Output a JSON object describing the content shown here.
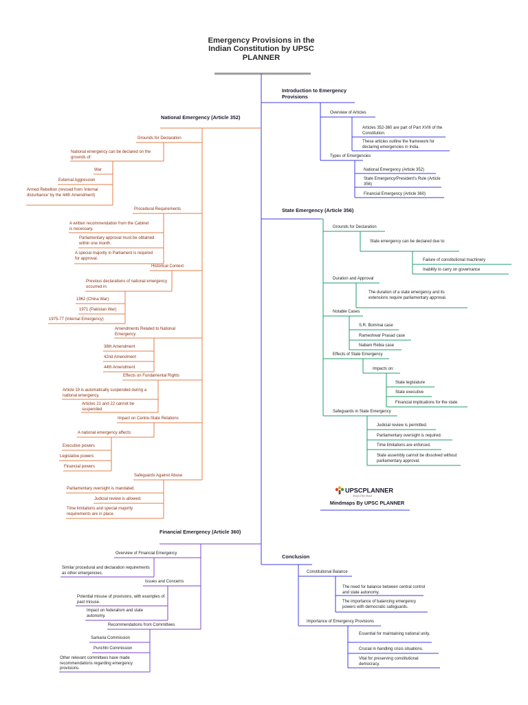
{
  "title": "Emergency Provisions in the Indian Constitution by UPSC PLANNER",
  "colors": {
    "orange": "#e07c45",
    "blue": "#3b3be0",
    "teal": "#1e9b69",
    "purple": "#7a46c9",
    "gray": "#9b9b9b"
  },
  "introduction": {
    "label": "Introduction to Emergency Provisions",
    "overview_label": "Overview of Articles",
    "overview_items": [
      "Articles 352-360 are part of Part XVIII of the Constitution.",
      "These articles outline the framework for declaring emergencies in India."
    ],
    "types_label": "Types of Emergencies",
    "types_items": [
      "National Emergency (Article 352)",
      "State Emergency/President's Rule (Article 356)",
      "Financial Emergency (Article 360)"
    ]
  },
  "national": {
    "label": "National Emergency (Article 352)",
    "grounds_label": "Grounds for Declaration",
    "grounds_intro": "National emergency can be declared on the grounds of:",
    "grounds_items": [
      "War",
      "External Aggression",
      "Armed Rebellion (revised from 'internal disturbance' by the 44th Amendment)"
    ],
    "procedural_label": "Procedural Requirements",
    "procedural_items": [
      "A written recommendation from the Cabinet is necessary.",
      "Parliamentary approval must be obtained within one month.",
      "A special majority in Parliament is required for approval."
    ],
    "history_label": "Historical Context",
    "history_intro": "Previous declarations of national emergency occurred in:",
    "history_items": [
      "1962 (China War)",
      "1971 (Pakistan War)",
      "1975-77 (Internal Emergency)"
    ],
    "amend_label": "Amendments Related to National Emergency",
    "amend_items": [
      "38th Amendment",
      "42nd Amendment",
      "44th Amendment"
    ],
    "rights_label": "Effects on Fundamental Rights",
    "rights_items": [
      "Article 19 is automatically suspended during a national emergency.",
      "Articles 21 and 22 cannot be suspended."
    ],
    "centre_label": "Impact on Centre-State Relations",
    "centre_intro": "A national emergency affects:",
    "centre_items": [
      "Executive powers",
      "Legislative powers",
      "Financial powers"
    ],
    "safeguards_label": "Safeguards Against Abuse",
    "safeguards_items": [
      "Parliamentary oversight is mandated.",
      "Judicial review is allowed.",
      "Time limitations and special majority requirements are in place."
    ]
  },
  "state": {
    "label": "State Emergency (Article 356)",
    "grounds_label": "Grounds for Declaration",
    "grounds_intro": "State emergency can be declared due to:",
    "grounds_items": [
      "Failure of constitutional machinery",
      "Inability to carry on governance"
    ],
    "duration_label": "Duration and Approval",
    "duration_item": "The duration of a state emergency and its extensions require parliamentary approval.",
    "cases_label": "Notable Cases",
    "cases_items": [
      "S.R. Bommai case",
      "Rameshwar Prasad case",
      "Nabam Rebia case"
    ],
    "effects_label": "Effects of State Emergency",
    "impacts_label": "Impacts on:",
    "impacts_items": [
      "State legislature",
      "State executive",
      "Financial implications for the state"
    ],
    "safeguards_label": "Safeguards in State Emergency",
    "safeguards_items": [
      "Judicial review is permitted.",
      "Parliamentary oversight is required.",
      "Time limitations are enforced.",
      "State assembly cannot be dissolved without parliamentary approval."
    ]
  },
  "financial": {
    "label": "Financial Emergency (Article 360)",
    "overview_label": "Overview of Financial Emergency",
    "overview_item": "Similar procedural and declaration requirements as other emergencies.",
    "issues_label": "Issues and Concerns",
    "issues_items": [
      "Potential misuse of provisions, with examples of past misuse.",
      "Impact on federalism and state autonomy."
    ],
    "recs_label": "Recommendations from Committees",
    "recs_items": [
      "Sarkaria Commission",
      "Punchhi Commission",
      "Other relevant committees have made recommendations regarding emergency provisions."
    ]
  },
  "conclusion": {
    "label": "Conclusion",
    "balance_label": "Constitutional Balance",
    "balance_items": [
      "The need for balance between central control and state autonomy.",
      "The importance of balancing emergency powers with democratic safeguards."
    ],
    "importance_label": "Importance of Emergency Provisions",
    "importance_items": [
      "Essential for maintaining national unity.",
      "Crucial in handling crisis situations.",
      "Vital for preserving constitutional democracy."
    ]
  },
  "brand": {
    "logo_text": "UPSCPLANNER",
    "logo_tagline": "Always Plan Ahead",
    "caption": "Mindmaps By UPSC PLANNER"
  }
}
